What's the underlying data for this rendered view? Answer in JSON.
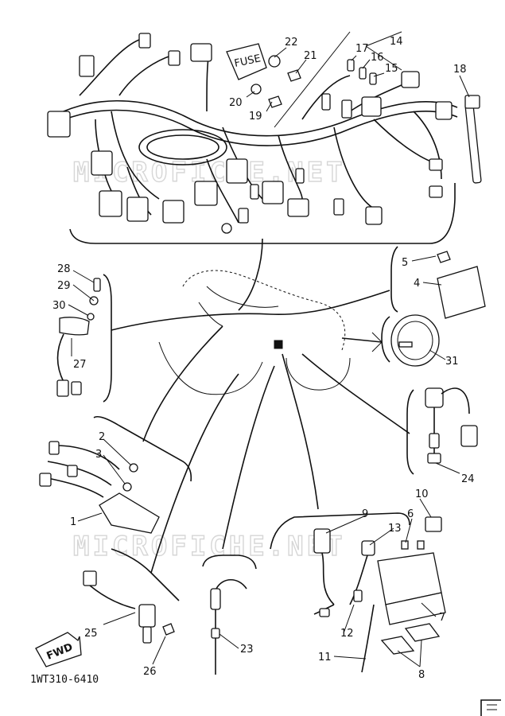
{
  "diagram": {
    "part_code": "1WT310-6410",
    "fuse_text": "FUSE",
    "fwd_text": "FWD",
    "watermark": "MICROFICHE.NET",
    "callouts": {
      "c1": "1",
      "c2": "2",
      "c3": "3",
      "c4": "4",
      "c5": "5",
      "c6": "6",
      "c7": "7",
      "c8": "8",
      "c9": "9",
      "c10": "10",
      "c11": "11",
      "c12": "12",
      "c13": "13",
      "c14": "14",
      "c15": "15",
      "c16": "16",
      "c17": "17",
      "c18": "18",
      "c19": "19",
      "c20": "20",
      "c21": "21",
      "c22": "22",
      "c23": "23",
      "c24": "24",
      "c25": "25",
      "c26": "26",
      "c27": "27",
      "c28": "28",
      "c29": "29",
      "c30": "30",
      "c31": "31"
    }
  }
}
